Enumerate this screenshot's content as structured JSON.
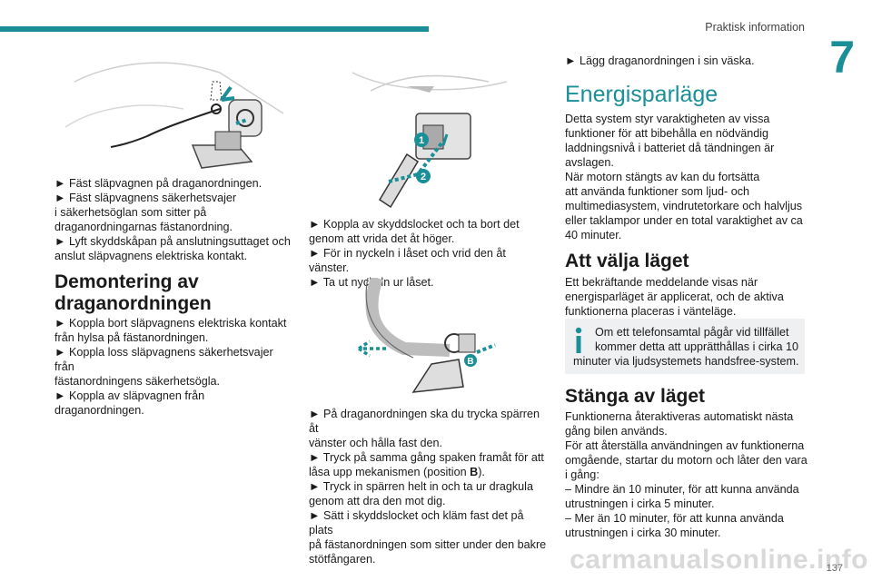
{
  "header": {
    "section_title": "Praktisk information",
    "chapter_number": "7"
  },
  "col1": {
    "lines1": [
      "► Fäst släpvagnen på draganordningen.",
      "► Fäst släpvagnens säkerhetsvajer",
      "i säkerhetsöglan som sitter på",
      "draganordningarnas fästanordning.",
      "► Lyft skyddskåpan på anslutningsuttaget och",
      "anslut släpvagnens elektriska kontakt."
    ],
    "heading_line1": "Demontering av",
    "heading_line2": "draganordningen",
    "lines2": [
      "► Koppla bort släpvagnens elektriska kontakt",
      "från hylsa på fästanordningen.",
      "► Koppla loss släpvagnens säkerhetsvajer från",
      "fästanordningens säkerhetsögla.",
      "► Koppla av släpvagnen från draganordningen."
    ]
  },
  "col2": {
    "lines1": [
      "► Koppla av skyddslocket och ta bort det",
      "genom att vrida det åt höger.",
      "► För in nyckeln i låset och vrid den åt vänster.",
      "► Ta ut nyckeln ur låset."
    ],
    "callout_1": "1",
    "callout_2": "2",
    "callout_b": "B",
    "lines2": [
      "► På draganordningen ska du trycka spärren åt",
      "vänster och hålla fast den.",
      "► Tryck på samma gång spaken framåt för att",
      "låsa upp mekanismen (position ",
      "B",
      ").",
      "► Tryck in spärren helt in och ta ur dragkula",
      "genom att dra den mot dig.",
      "► Sätt i skyddslocket och kläm fast det på plats",
      "på fästanordningen som sitter under den bakre",
      "stötfångaren."
    ]
  },
  "col3": {
    "intro": "► Lägg draganordningen i sin väska.",
    "heading_main": "Energisparläge",
    "para1": [
      "Detta system styr varaktigheten av vissa",
      "funktioner för att bibehålla en nödvändig",
      "laddningsnivå i batteriet då tändningen är",
      "avslagen.",
      "När motorn stängts av kan du fortsätta",
      "att använda funktioner som ljud- och",
      "multimediasystem, vindrutetorkare och halvljus",
      "eller taklampor under en total varaktighet av ca",
      "40 minuter."
    ],
    "heading_select": "Att välja läget",
    "para2": [
      "Ett bekräftande meddelande visas när",
      "energisparläget är applicerat, och de aktiva",
      "funktionerna placeras i vänteläge."
    ],
    "info_lines": [
      "Om ett telefonsamtal pågår vid tillfället",
      "kommer detta att upprätthållas i cirka 10",
      "minuter via ljudsystemets handsfree-system."
    ],
    "heading_exit": "Stänga av läget",
    "para3": [
      "Funktionerna återaktiveras automatiskt nästa",
      "gång bilen används.",
      "För att återställa användningen av funktionerna",
      "omgående, startar du motorn och låter den vara",
      "i gång:",
      "–  Mindre än 10 minuter, för att kunna använda",
      "utrustningen i cirka 5 minuter.",
      "–  Mer än 10 minuter, för att kunna använda",
      "utrustningen i cirka 30 minuter."
    ]
  },
  "footer": {
    "page_number": "137",
    "watermark": "carmanualsonline.info"
  },
  "colors": {
    "accent": "#1a8f97",
    "info_bg": "#eef0f2",
    "arrow": "#1a8f97"
  }
}
